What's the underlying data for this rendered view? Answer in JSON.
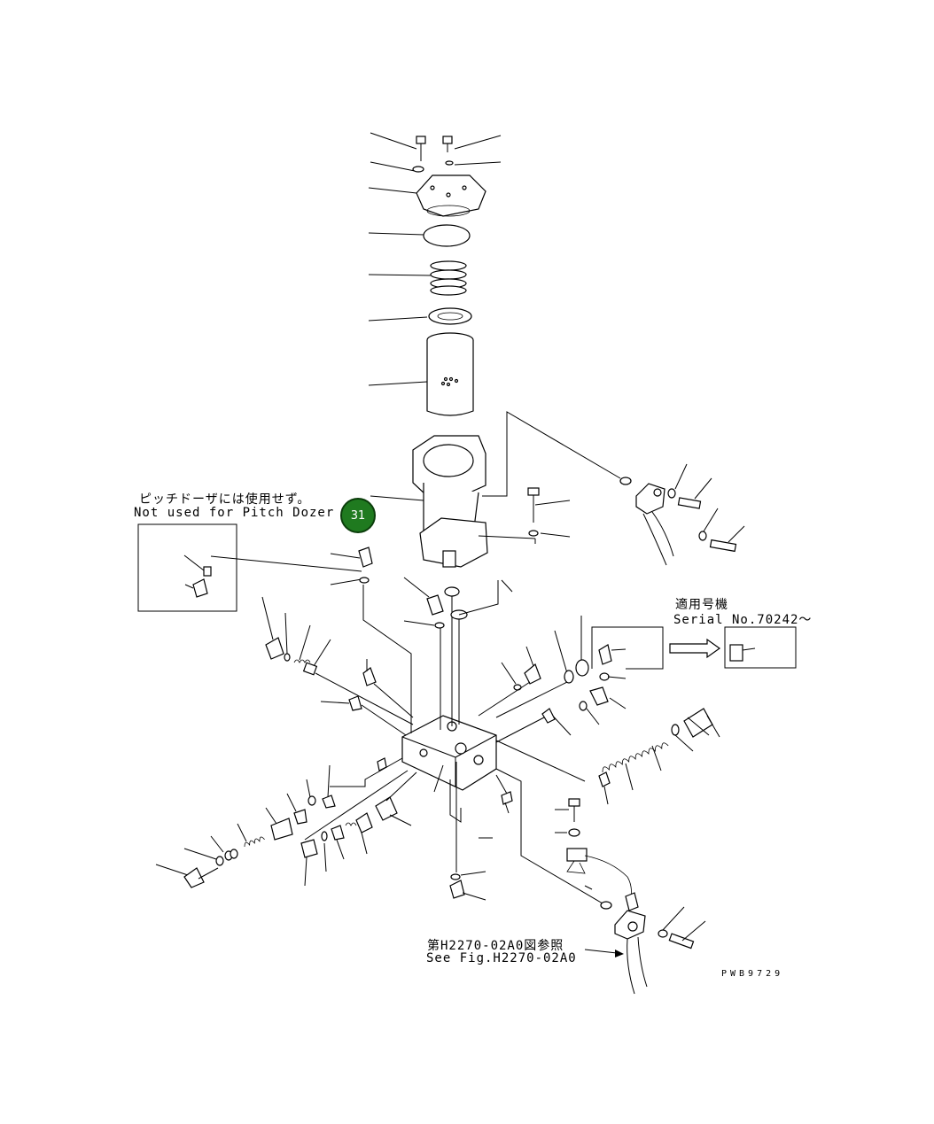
{
  "notes": {
    "pitch_dozer_jp": "ピッチドーザには使用せず。",
    "pitch_dozer_en": "Not used for Pitch Dozer",
    "serial_jp": "適用号機",
    "serial_en": "Serial No.70242～",
    "see_fig_jp": "第H2270-02A0図参照",
    "see_fig_en": "See Fig.H2270-02A0"
  },
  "callout": {
    "label": "31",
    "color": "#1f7a1f"
  },
  "drawing_code": "PWB9729"
}
